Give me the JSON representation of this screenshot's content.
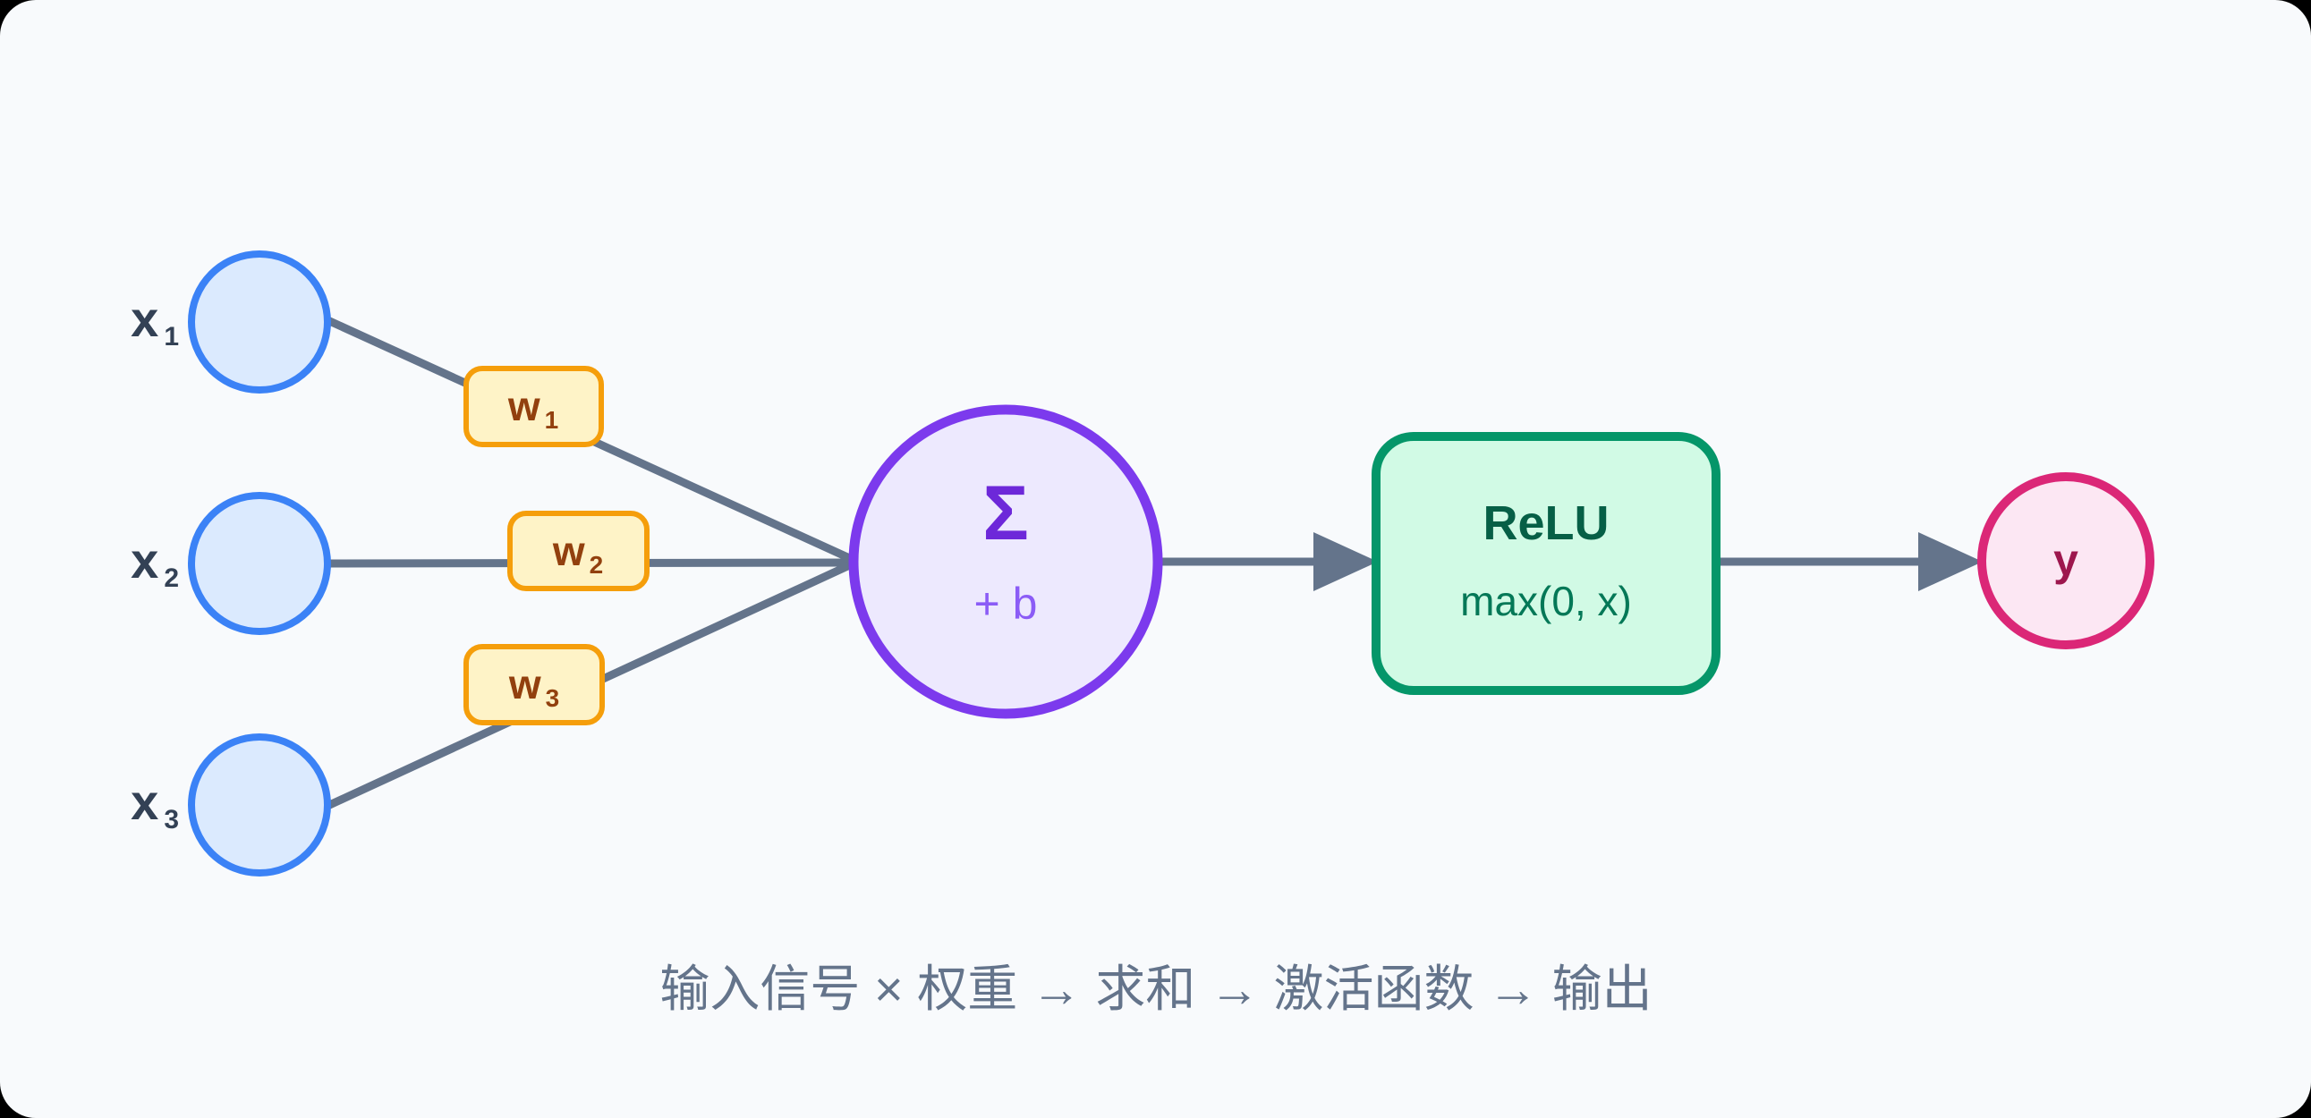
{
  "diagram": {
    "nodes": {
      "inputs": [
        {
          "label": "x",
          "sub": "1"
        },
        {
          "label": "x",
          "sub": "2"
        },
        {
          "label": "x",
          "sub": "3"
        }
      ],
      "weights": [
        {
          "label": "w",
          "sub": "1"
        },
        {
          "label": "w",
          "sub": "2"
        },
        {
          "label": "w",
          "sub": "3"
        }
      ],
      "sum": {
        "symbol": "Σ",
        "bias": "+ b"
      },
      "activation": {
        "title": "ReLU",
        "formula": "max(0, x)"
      },
      "output": {
        "label": "y"
      }
    },
    "caption": "输入信号 × 权重 → 求和 → 激活函数 → 输出"
  },
  "colors": {
    "outer_bg": "#000000",
    "card_bg": "#f8fafc",
    "edge": "#64748b",
    "input_fill": "#dbeafe",
    "input_stroke": "#3b82f6",
    "input_label": "#334155",
    "weight_fill": "#fef3c7",
    "weight_stroke": "#f59e0b",
    "weight_text": "#92400e",
    "sum_fill": "#ede9fe",
    "sum_stroke": "#7c3aed",
    "sum_symbol": "#6d28d9",
    "sum_bias": "#8b5cf6",
    "relu_fill": "#d1fae5",
    "relu_stroke": "#059669",
    "relu_title": "#065f46",
    "relu_formula": "#047857",
    "output_fill": "#fce7f3",
    "output_stroke": "#db2777",
    "output_text": "#9d174d",
    "caption_text": "#64748b"
  }
}
